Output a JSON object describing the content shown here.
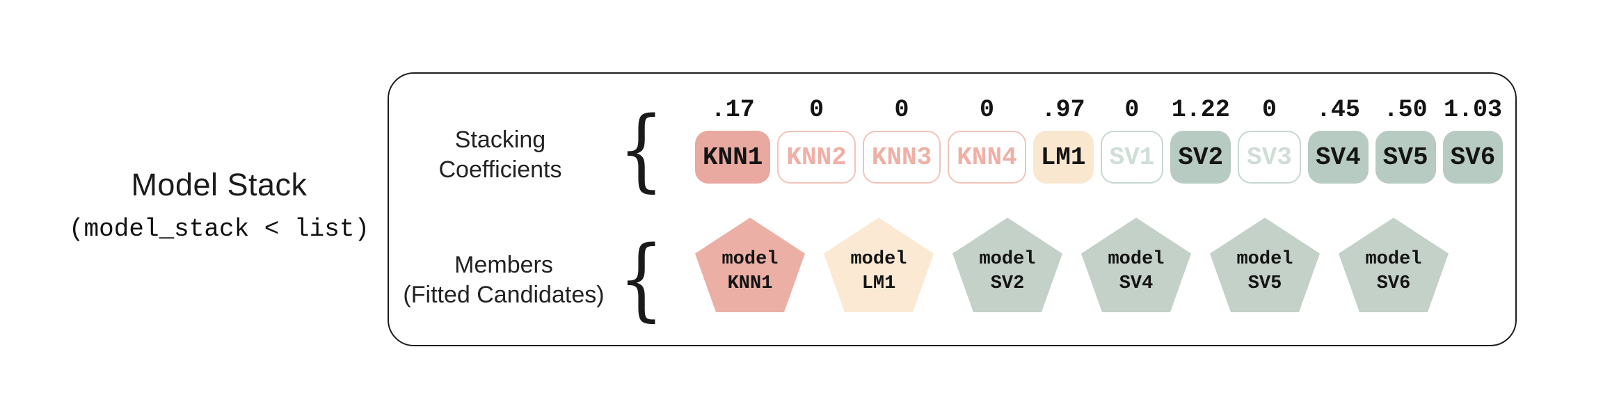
{
  "title": {
    "heading": "Model Stack",
    "code": "(model_stack < list)"
  },
  "panel": {
    "brace": "{",
    "coefficients_label": [
      "Stacking",
      "Coefficients"
    ],
    "members_label": [
      "Members",
      "(Fitted Candidates)"
    ],
    "candidates": [
      {
        "coefficient": ".17",
        "label": "KNN1",
        "variant": "filled",
        "palette": "salmon"
      },
      {
        "coefficient": "0",
        "label": "KNN2",
        "variant": "outline",
        "palette": "salmon"
      },
      {
        "coefficient": "0",
        "label": "KNN3",
        "variant": "outline",
        "palette": "salmon"
      },
      {
        "coefficient": "0",
        "label": "KNN4",
        "variant": "outline",
        "palette": "salmon"
      },
      {
        "coefficient": ".97",
        "label": "LM1",
        "variant": "filled",
        "palette": "cream"
      },
      {
        "coefficient": "0",
        "label": "SV1",
        "variant": "outline",
        "palette": "sage"
      },
      {
        "coefficient": "1.22",
        "label": "SV2",
        "variant": "filled",
        "palette": "sage"
      },
      {
        "coefficient": "0",
        "label": "SV3",
        "variant": "outline",
        "palette": "sage"
      },
      {
        "coefficient": ".45",
        "label": "SV4",
        "variant": "filled",
        "palette": "sage"
      },
      {
        "coefficient": ".50",
        "label": "SV5",
        "variant": "filled",
        "palette": "sage"
      },
      {
        "coefficient": "1.03",
        "label": "SV6",
        "variant": "filled",
        "palette": "sage"
      }
    ],
    "members": [
      {
        "line1": "model",
        "line2": "KNN1",
        "palette": "salmon"
      },
      {
        "line1": "model",
        "line2": "LM1",
        "palette": "cream"
      },
      {
        "line1": "model",
        "line2": "SV2",
        "palette": "sage"
      },
      {
        "line1": "model",
        "line2": "SV4",
        "palette": "sage"
      },
      {
        "line1": "model",
        "line2": "SV5",
        "palette": "sage"
      },
      {
        "line1": "model",
        "line2": "SV6",
        "palette": "sage"
      }
    ]
  },
  "colors": {
    "ink": "#141414",
    "panel_border": "#1d1d1d",
    "palettes": {
      "salmon": {
        "fill": "#E9A9A0",
        "outline": "#F2C3BA",
        "faded": "#EFB0A6",
        "pentagon": "#ECAFA5"
      },
      "cream": {
        "fill": "#FAE7CF",
        "outline": "#F6DDC0",
        "faded": "#EFD3AE",
        "pentagon": "#FBE9D3"
      },
      "sage": {
        "fill": "#B7CBC2",
        "outline": "#C7D7CF",
        "faded": "#CFDED6",
        "pentagon": "#C3D1C9"
      }
    }
  }
}
